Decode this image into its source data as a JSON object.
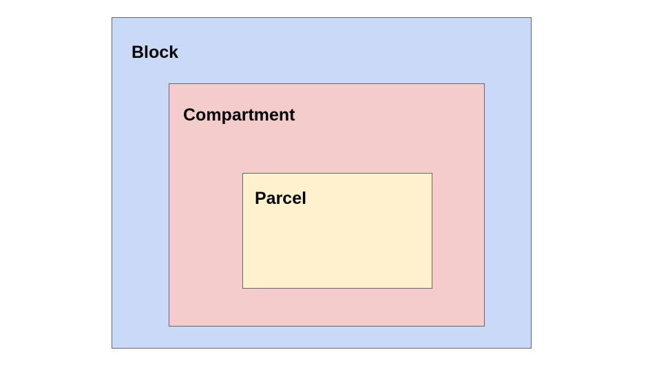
{
  "diagram": {
    "block": {
      "label": "Block",
      "color": "#c9daf8"
    },
    "compartment": {
      "label": "Compartment",
      "color": "#f4cccc"
    },
    "parcel": {
      "label": "Parcel",
      "color": "#fff2cc"
    },
    "border_color": "#666666"
  }
}
